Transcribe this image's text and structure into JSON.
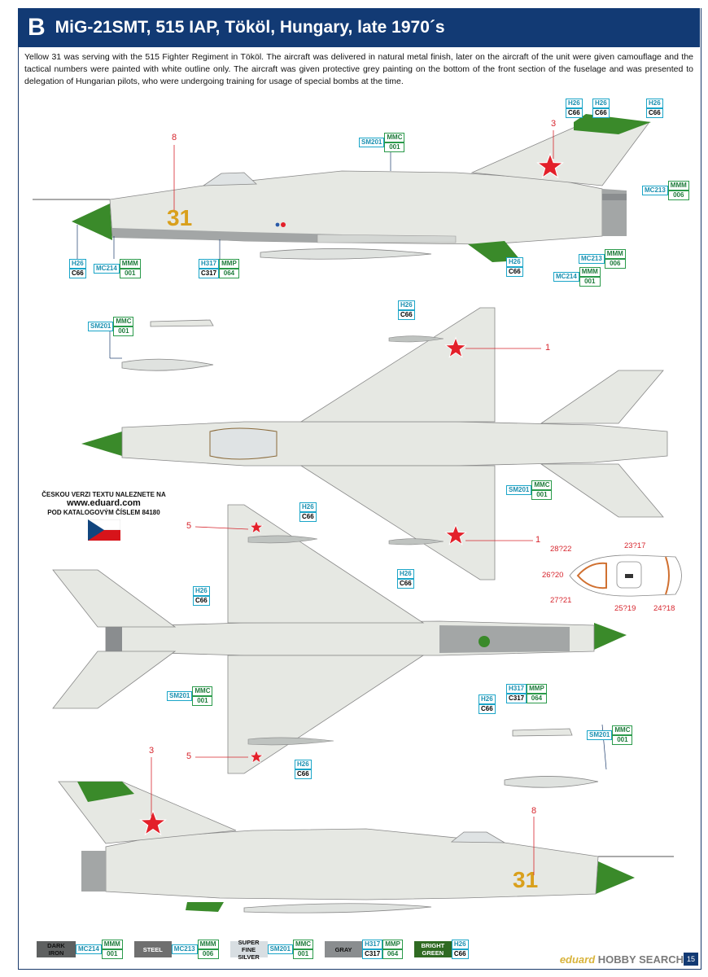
{
  "header": {
    "letter": "B",
    "title": "MiG-21SMT, 515 IAP, Tököl, Hungary, late 1970´s"
  },
  "description": "Yellow 31 was serving with the 515 Fighter Regiment in Tököl. The aircraft was delivered in natural metal finish, later on the aircraft of the unit were given camouflage and the tactical numbers were painted with white outline only. The aircraft was given protective grey painting on the bottom of the front section of the fuselage and was presented to delegation of Hungarian pilots, who were undergoing training for usage of special bombs at the time.",
  "tactical_number": "31",
  "callouts": {
    "n8": "8",
    "n3": "3",
    "n1": "1",
    "n5": "5"
  },
  "stencils": {
    "s2822": "28?22",
    "s2317": "23?17",
    "s2620": "26?20",
    "s2721": "27?21",
    "s2519": "25?19",
    "s2418": "24?18"
  },
  "czech": {
    "line1": "ČESKOU VERZI TEXTU NALEZNETE NA",
    "url": "www.eduard.com",
    "line2": "POD KATALOGOVÝM ČÍSLEM 84180"
  },
  "codes": {
    "h26": "H26",
    "c66": "C66",
    "sm201": "SM201",
    "mmc": "MMC",
    "n001": "001",
    "mc213": "MC213",
    "mmm": "MMM",
    "n006": "006",
    "mc214": "MC214",
    "h317": "H317",
    "mmp": "MMP",
    "c317": "C317",
    "n064": "064"
  },
  "legend": [
    {
      "name": "DARK IRON",
      "code1": "MC214",
      "code2a": "MMM",
      "code2b": "001",
      "color": "#5e6060",
      "text": "#111111"
    },
    {
      "name": "STEEL",
      "code1": "MC213",
      "code2a": "MMM",
      "code2b": "006",
      "color": "#6f6f6f",
      "text": "#ffffff"
    },
    {
      "name": "SUPER FINE SILVER",
      "code1": "SM201",
      "code2a": "MMC",
      "code2b": "001",
      "color": "#d8dee2",
      "text": "#111111"
    },
    {
      "name": "GRAY",
      "code1a": "H317",
      "code1b": "C317",
      "code2a": "MMP",
      "code2b": "064",
      "color": "#8a8d8f",
      "text": "#111111"
    },
    {
      "name": "BRIGHT GREEN",
      "code1a": "H26",
      "code1b": "C66",
      "color": "#2f6a22",
      "text": "#ffffff"
    }
  ],
  "brand": {
    "eduard": "eduard",
    "hobby": "HOBBY SEARCH",
    "page": "15"
  },
  "colors": {
    "aircraft": "#e6e8e3",
    "green": "#3a8a2a",
    "grey": "#a3a6a6",
    "star": "#e3202a",
    "number": "#d9a01c",
    "navy": "#123a74"
  }
}
